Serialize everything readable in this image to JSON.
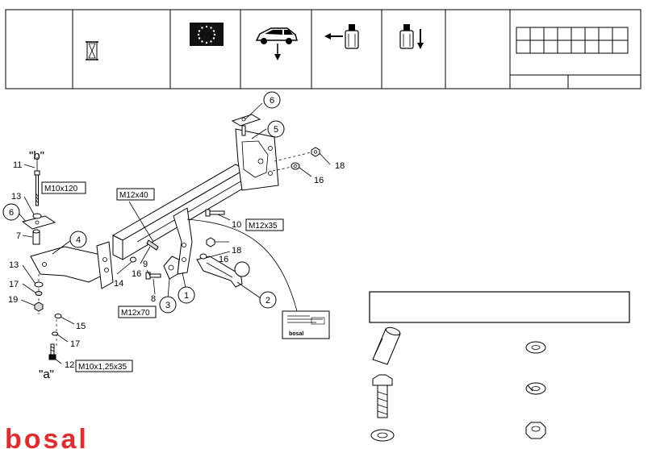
{
  "header": {
    "cells": [
      "",
      "",
      "",
      "",
      "",
      "",
      "",
      ""
    ]
  },
  "labels": {
    "b": "\"b\"",
    "a": "\"a\"",
    "n1": "1",
    "n2": "2",
    "n3": "3",
    "n4": "4",
    "n5": "5",
    "n6": "6",
    "n6b": "6",
    "n7": "7",
    "n8": "8",
    "n9": "9",
    "n10": "10",
    "n11": "11",
    "n12": "12",
    "n13a": "13",
    "n13b": "13",
    "n14": "14",
    "n15": "15",
    "n16a": "16",
    "n16b": "16",
    "n16c": "16",
    "n17a": "17",
    "n17b": "17",
    "n18a": "18",
    "n18b": "18",
    "n19": "19"
  },
  "boxes": {
    "m10x120": "M10x120",
    "m12x40": "M12x40",
    "m12x35": "M12x35",
    "m12x70": "M12x70",
    "m10x125x35": "M10x1,25x35"
  },
  "plate": {
    "brand": "bosal"
  },
  "logo": {
    "text": "bosal",
    "color": "#e32b2b"
  },
  "icons": [
    "hourglass-icon",
    "eu-flag-icon",
    "car-load-icon",
    "horizontal-load-icon",
    "vertical-load-icon"
  ]
}
